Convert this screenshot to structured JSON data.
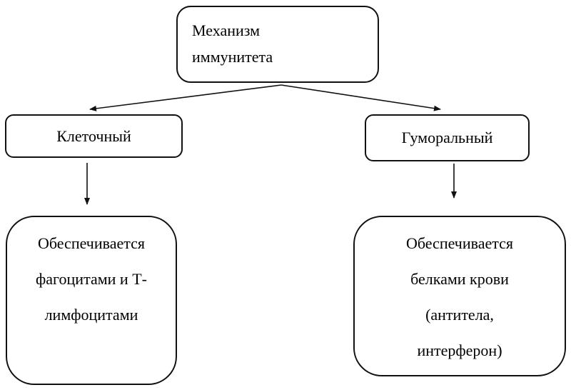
{
  "diagram": {
    "root": {
      "lines": [
        "Механизм",
        "иммунитета"
      ]
    },
    "branches": [
      {
        "title": "Клеточный",
        "description_lines": [
          "Обеспечивается",
          "фагоцитами и Т-",
          "лимфоцитами"
        ]
      },
      {
        "title": "Гуморальный",
        "description_lines": [
          "Обеспечивается",
          "белками крови",
          "(антитела,",
          "интерферон)"
        ]
      }
    ],
    "edges": [
      {
        "from": "Механизм иммунитета",
        "to": "Клеточный"
      },
      {
        "from": "Механизм иммунитета",
        "to": "Гуморальный"
      },
      {
        "from": "Клеточный",
        "to": "Обеспечивается фагоцитами и Т-лимфоцитами"
      },
      {
        "from": "Гуморальный",
        "to": "Обеспечивается белками крови (антитела, интерферон)"
      }
    ],
    "colors": {
      "stroke": "#111111",
      "background": "#ffffff"
    }
  }
}
